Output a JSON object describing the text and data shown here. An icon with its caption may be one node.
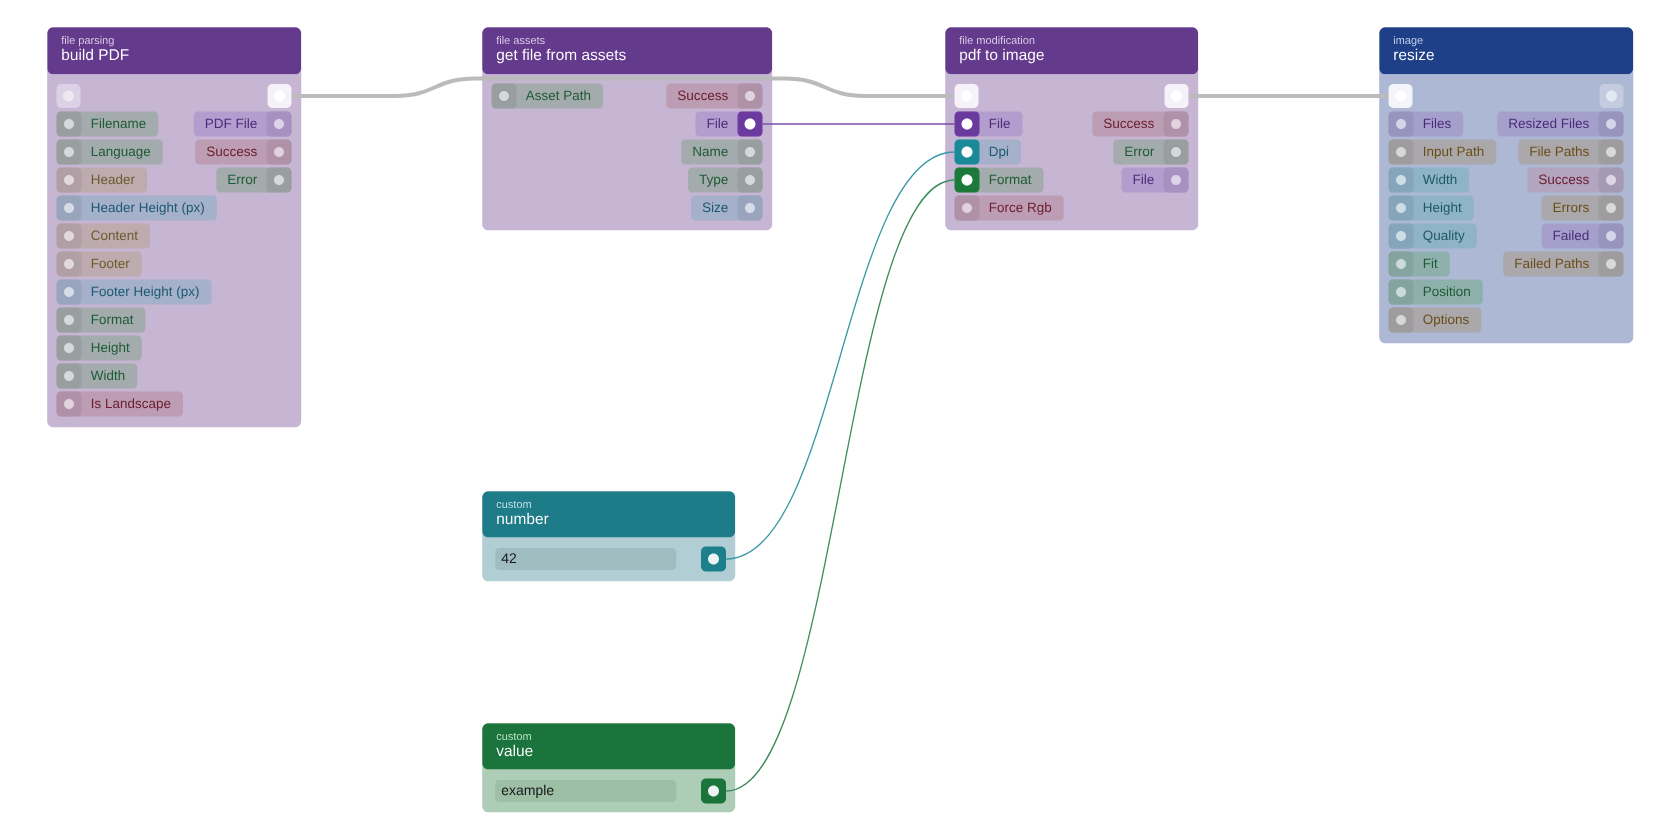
{
  "diagram": {
    "nodes": [
      {
        "text": [
          "file parsing",
          "build PDF"
        ]
      },
      {
        "text": [],
        "shape": "box",
        "in": 0
      },
      {
        "text": [],
        "shape": "box",
        "in": 0
      },
      {
        "text": [
          "Filename"
        ],
        "in": 0
      },
      {
        "text": [
          "PDF File"
        ],
        "in": 0
      },
      {
        "text": [
          "Language"
        ],
        "in": 0
      },
      {
        "text": [
          "Success"
        ],
        "in": 0
      },
      {
        "text": [
          "Header"
        ],
        "in": 0
      },
      {
        "text": [
          "Error"
        ],
        "in": 0
      },
      {
        "text": [
          "Header Height (px)"
        ],
        "in": 0
      },
      {
        "text": [
          "Content"
        ],
        "in": 0
      },
      {
        "text": [
          "Footer"
        ],
        "in": 0
      },
      {
        "text": [
          "Footer Height (px)"
        ],
        "in": 0
      },
      {
        "text": [
          "Format"
        ],
        "in": 0
      },
      {
        "text": [
          "Height"
        ],
        "in": 0
      },
      {
        "text": [
          "Width"
        ],
        "in": 0
      },
      {
        "text": [
          "Is Landscape"
        ],
        "in": 0
      },
      {
        "text": [
          "file assets",
          "get file from assets"
        ]
      },
      {
        "text": [
          "Asset Path"
        ],
        "in": 17
      },
      {
        "text": [
          "Success"
        ],
        "in": 17
      },
      {
        "text": [
          "File"
        ],
        "in": 17
      },
      {
        "text": [
          "Name"
        ],
        "in": 17
      },
      {
        "text": [
          "Type"
        ],
        "in": 17
      },
      {
        "text": [
          "Size"
        ],
        "in": 17
      },
      {
        "text": [
          "file modification",
          "pdf to image"
        ]
      },
      {
        "text": [],
        "shape": "box",
        "in": 24
      },
      {
        "text": [],
        "shape": "box",
        "in": 24
      },
      {
        "text": [
          "File"
        ],
        "in": 24
      },
      {
        "text": [
          "Success"
        ],
        "in": 24
      },
      {
        "text": [
          "Dpi"
        ],
        "in": 24
      },
      {
        "text": [
          "Error"
        ],
        "in": 24
      },
      {
        "text": [
          "Format"
        ],
        "in": 24
      },
      {
        "text": [
          "File"
        ],
        "in": 24
      },
      {
        "text": [
          "Force Rgb"
        ],
        "in": 24
      },
      {
        "text": [
          "image",
          "resize"
        ]
      },
      {
        "text": [],
        "shape": "box",
        "in": 34
      },
      {
        "text": [],
        "shape": "box",
        "in": 34
      },
      {
        "text": [
          "Files"
        ],
        "in": 34
      },
      {
        "text": [
          "Resized Files"
        ],
        "in": 34
      },
      {
        "text": [
          "Input Path"
        ],
        "in": 34
      },
      {
        "text": [
          "File Paths"
        ],
        "in": 34
      },
      {
        "text": [
          "Width"
        ],
        "in": 34
      },
      {
        "text": [
          "Success"
        ],
        "in": 34
      },
      {
        "text": [
          "Height"
        ],
        "in": 34
      },
      {
        "text": [
          "Errors"
        ],
        "in": 34
      },
      {
        "text": [
          "Quality"
        ],
        "in": 34
      },
      {
        "text": [
          "Failed"
        ],
        "in": 34
      },
      {
        "text": [
          "Fit"
        ],
        "in": 34
      },
      {
        "text": [
          "Failed Paths"
        ],
        "in": 34
      },
      {
        "text": [
          "Position"
        ],
        "in": 34
      },
      {
        "text": [
          "Options"
        ],
        "in": 34
      },
      {
        "text": [
          "custom",
          "number"
        ]
      },
      {
        "text": [
          "42"
        ],
        "in": 51
      },
      {
        "text": [],
        "shape": "box",
        "in": 51
      },
      {
        "text": [
          "custom",
          "value"
        ]
      },
      {
        "text": [
          "example"
        ],
        "in": 54
      },
      {
        "text": [],
        "shape": "box",
        "in": 54
      }
    ],
    "edges": [
      {
        "from": 2,
        "to": 25,
        "arrow": "none",
        "style": "thick",
        "color": "#bbbbbb"
      },
      {
        "from": 26,
        "to": 35,
        "arrow": "none",
        "style": "thick",
        "color": "#bbbbbb"
      },
      {
        "from": 20,
        "to": 27,
        "arrow": "none",
        "color": "#7b4ea8"
      },
      {
        "from": 53,
        "to": 29,
        "arrow": "none",
        "color": "#3898a6"
      },
      {
        "from": 56,
        "to": 31,
        "arrow": "none",
        "color": "#3c8c5a"
      }
    ]
  }
}
